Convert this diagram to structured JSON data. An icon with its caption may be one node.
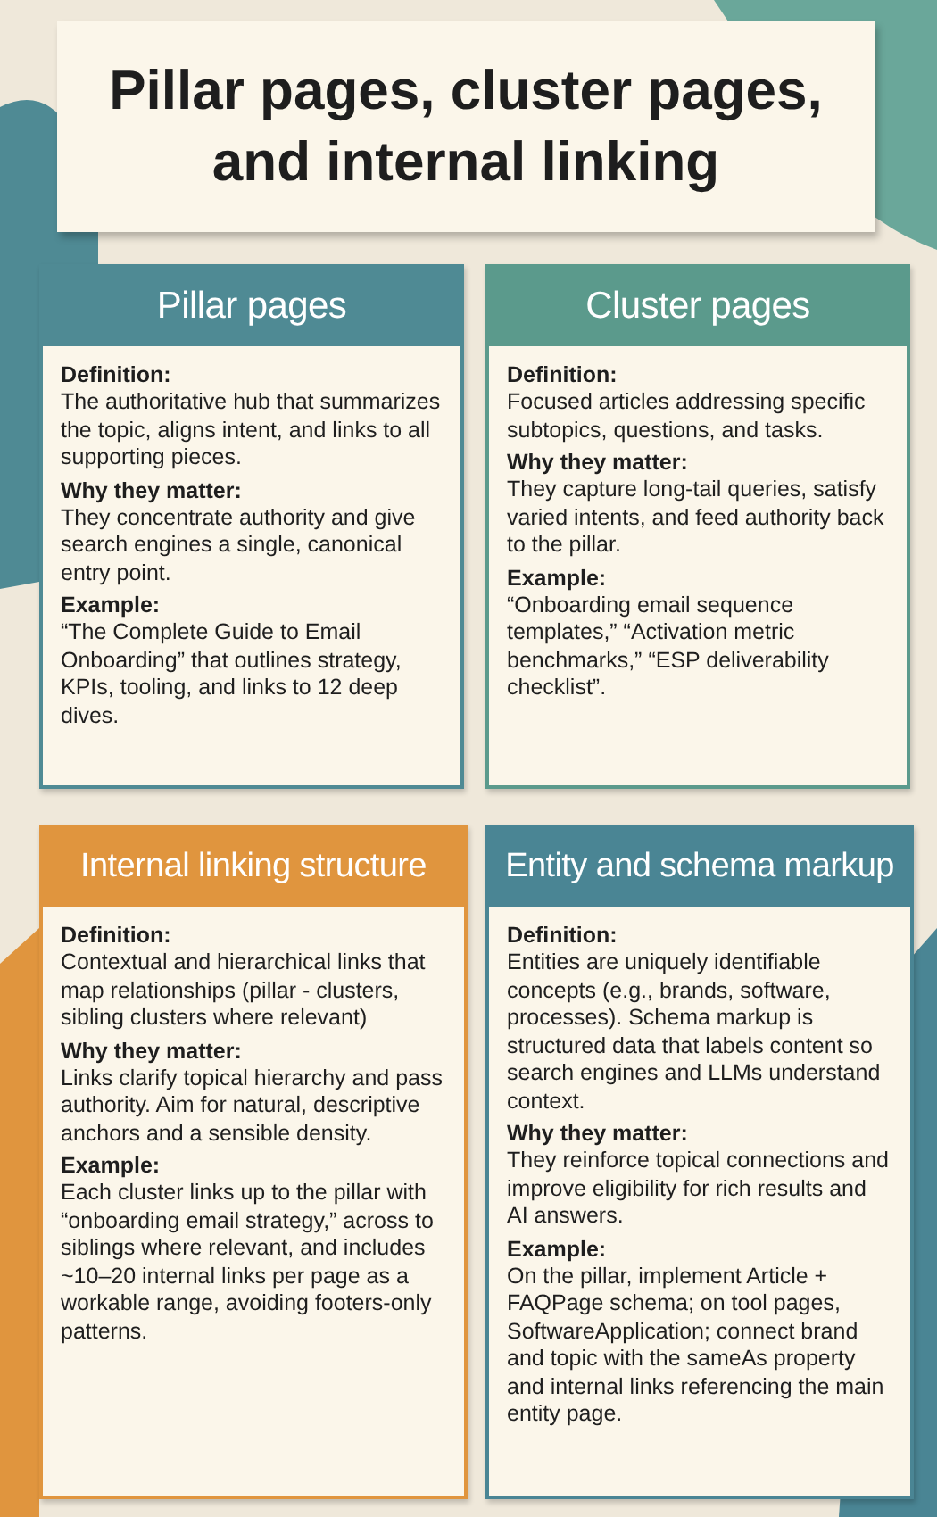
{
  "diagram": {
    "title": "Pillar pages, cluster pages, and internal linking",
    "nodes": [
      {
        "text": [
          "Pillar pages",
          "Definition:",
          "The authoritative hub that summarizes the topic, aligns intent, and links to all supporting pieces.",
          "Why they matter:",
          "They concentrate authority and give search engines a single, canonical entry point.",
          "Example:",
          "“The Complete Guide to Email Onboarding” that outlines strategy, KPIs, tooling, and links to 12 deep dives."
        ]
      },
      {
        "text": [
          "Cluster pages",
          "Definition:",
          "Focused articles addressing specific subtopics, questions, and tasks.",
          "Why they matter:",
          "They capture long-tail queries, satisfy varied intents, and feed authority back to the pillar.",
          "Example:",
          "“Onboarding email sequence templates,” “Activation metric benchmarks,” “ESP deliverability checklist”."
        ]
      },
      {
        "text": [
          "Internal linking structure",
          "Definition:",
          "Contextual and hierarchical links that map relationships (pillar - clusters, sibling clusters where relevant)",
          "Why they matter:",
          "Links clarify topical hierarchy and pass authority. Aim for natural, descriptive anchors and a sensible density.",
          "Example:",
          "Each cluster links up to the pillar with “onboarding email strategy,” across to siblings where relevant, and includes ~10–20 internal links per page as a workable range, avoiding footers-only patterns."
        ]
      },
      {
        "text": [
          "Entity and schema markup",
          "Definition:",
          "Entities are uniquely identifiable concepts (e.g., brands, software, processes). Schema markup is structured data that labels content so search engines and LLMs understand context.",
          "Why they matter:",
          "They reinforce topical connections and improve eligibility for rich results and AI answers.",
          "Example:",
          "On the pillar, implement Article + FAQPage schema; on tool pages, SoftwareApplication; connect brand and topic with the sameAs property and internal links referencing the main entity page."
        ]
      }
    ]
  }
}
